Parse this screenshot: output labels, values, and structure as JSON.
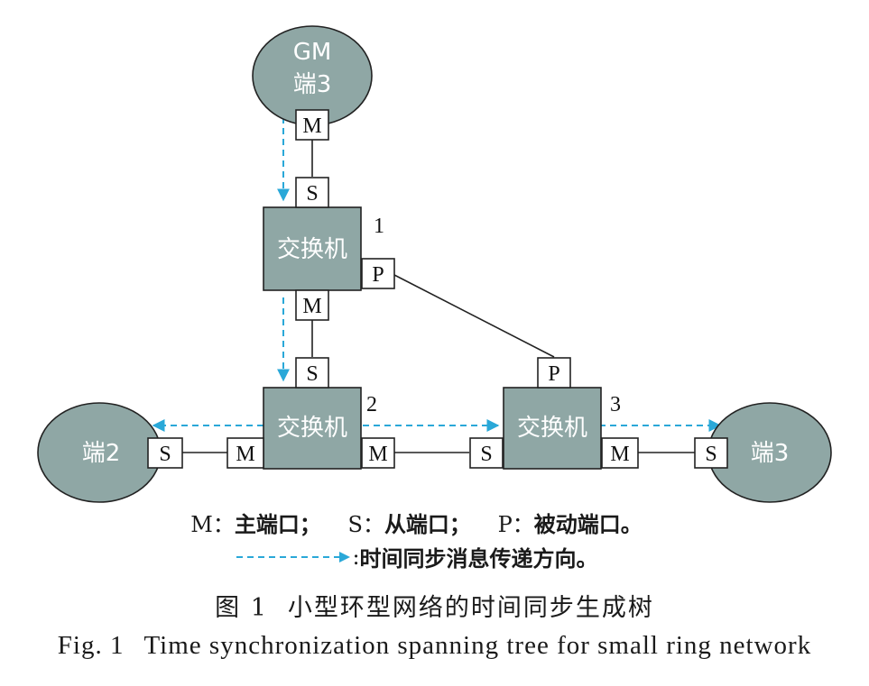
{
  "nodes": {
    "gm": {
      "line1": "GM",
      "line2": "端3"
    },
    "switch1": {
      "label": "交换机",
      "number": "1"
    },
    "switch2": {
      "label": "交换机",
      "number": "2"
    },
    "switch3": {
      "label": "交换机",
      "number": "3"
    },
    "end_left": {
      "label": "端2"
    },
    "end_right": {
      "label": "端3"
    }
  },
  "ports": {
    "gm_m": "M",
    "sw1_s": "S",
    "sw1_m": "M",
    "sw1_p": "P",
    "sw2_s": "S",
    "sw2_m_left": "M",
    "sw2_m_right": "M",
    "sw3_p": "P",
    "sw3_s": "S",
    "sw3_m": "M",
    "end_left_s": "S",
    "end_right_s": "S"
  },
  "legend": {
    "m_key": "M",
    "m_desc": "主端口；",
    "s_key": "S",
    "s_desc": "从端口；",
    "p_key": "P",
    "p_desc": "被动端口。",
    "arrow_desc": "时间同步消息传递方向。"
  },
  "caption": {
    "cn_num": "图 1",
    "cn_title": "小型环型网络的时间同步生成树",
    "en_num": "Fig. 1",
    "en_title": "Time synchronization spanning tree for small ring network"
  },
  "colors": {
    "node_fill": "#8fa7a5",
    "arrow": "#2aa8d8",
    "line": "#222222"
  }
}
